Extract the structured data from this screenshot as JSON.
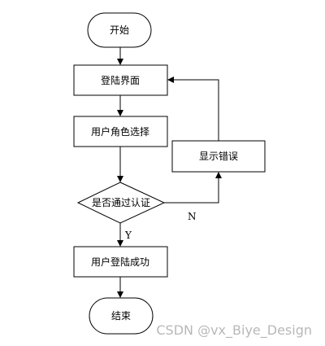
{
  "nodes": {
    "start": "开始",
    "login_page": "登陆界面",
    "role_select": "用户角色选择",
    "auth_check": "是否通过认证",
    "show_error": "显示错误",
    "login_success": "用户登陆成功",
    "end": "结束"
  },
  "edges": {
    "no_label": "N",
    "yes_label": "Y"
  },
  "watermark": "CSDN @vx_Biye_Design"
}
